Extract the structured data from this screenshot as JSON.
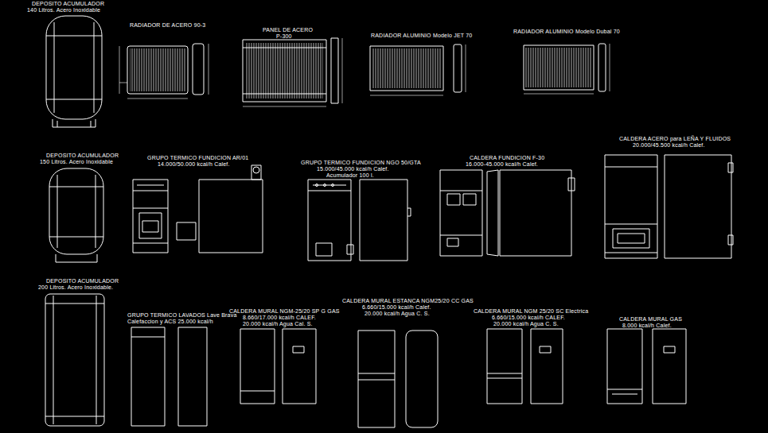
{
  "diagram": {
    "labels": [
      "DEPOSITO ACUMULADOR",
      "140 Litros. Acero Inoxidable",
      "RADIADOR DE ACERO 90-3",
      "PANEL DE ACERO",
      "P-300",
      "RADIADOR ALUMINIO Modelo JET 70",
      "RADIADOR ALUMINIO Modelo Dubal 70",
      "DEPOSITO ACUMULADOR",
      "150 Litros. Acero Inoxidable",
      "GRUPO TERMICO FUNDICION AR/01",
      "14.000/50.000 kcal/h Calef.",
      "GRUPO TERMICO FUNDICION NGO 50/GTA",
      "15.000/45.000 kcal/h Calef.",
      "Acumulador 100 l.",
      "CALDERA FUNDICION F-30",
      "16.000-45.000 kcal/h Calef.",
      "CALDERA ACERO para LEÑA Y FLUIDOS",
      "20.000/45.500 kcal/h Calef.",
      "DEPOSITO ACUMULADOR",
      "200 Litros. Acero Inoxidable.",
      "GRUPO TERMICO LAVADOS Lave Brava",
      "Calefaccion y ACS 25.000 kcal/h",
      "CALDERA MURAL NGM-25/20 SP G GAS",
      "8.660/17.000 kcal/h CALEF.",
      "20.000 kcal/h Agua Cal. S.",
      "CALDERA MURAL ESTANCA NGM25/20 CC GAS",
      "6.660/15.000 kcal/h Calef.",
      "20.000 kcal/h Agua C. S.",
      "CALDERA MURAL NGM 25/20 SC Electrica",
      "6.660/15.000 kcal/h CALEF.",
      "20.000 kcal/h Agua C. S.",
      "CALDERA MURAL GAS",
      "8.000 kcal/h Calef."
    ]
  }
}
